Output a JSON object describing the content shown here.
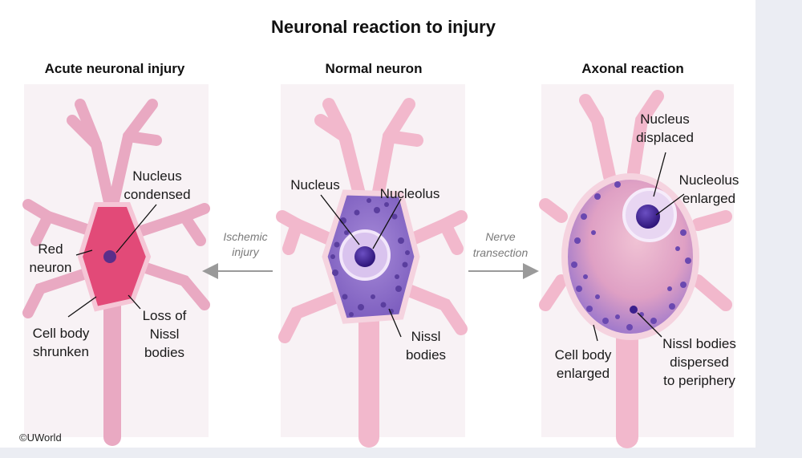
{
  "title": "Neuronal reaction to injury",
  "panels": {
    "acute": {
      "heading": "Acute neuronal injury",
      "labels": {
        "nucleus_condensed_1": "Nucleus",
        "nucleus_condensed_2": "condensed",
        "red_neuron_1": "Red",
        "red_neuron_2": "neuron",
        "cell_body_1": "Cell body",
        "cell_body_2": "shrunken",
        "loss_nissl_1": "Loss of",
        "loss_nissl_2": "Nissl",
        "loss_nissl_3": "bodies"
      }
    },
    "normal": {
      "heading": "Normal neuron",
      "labels": {
        "nucleus": "Nucleus",
        "nucleolus": "Nucleolus",
        "nissl_1": "Nissl",
        "nissl_2": "bodies"
      }
    },
    "axonal": {
      "heading": "Axonal reaction",
      "labels": {
        "nucleus_displaced_1": "Nucleus",
        "nucleus_displaced_2": "displaced",
        "nucleolus_enlarged_1": "Nucleolus",
        "nucleolus_enlarged_2": "enlarged",
        "cell_body_1": "Cell body",
        "cell_body_2": "enlarged",
        "nissl_dispersed_1": "Nissl bodies",
        "nissl_dispersed_2": "dispersed",
        "nissl_dispersed_3": "to periphery"
      }
    }
  },
  "arrows": {
    "ischemic_1": "Ischemic",
    "ischemic_2": "injury",
    "nerve_1": "Nerve",
    "nerve_2": "transection"
  },
  "credit": "©UWorld",
  "colors": {
    "neuron_pink": "#f2b8cc",
    "neuron_outline": "#d48aa6",
    "red_neuron": "#e24a78",
    "nucleus_purple": "#8a6cc8",
    "nissl_dark": "#5a3e9e",
    "nucleolus": "#3b1f8c"
  }
}
